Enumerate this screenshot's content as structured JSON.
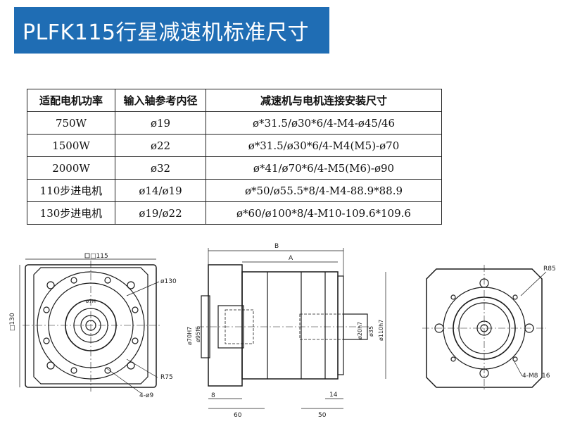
{
  "title": "PLFK115行星减速机标准尺寸",
  "table": {
    "headers": [
      "适配电机功率",
      "输入轴参考内径",
      "减速机与电机连接安装尺寸"
    ],
    "rows": [
      [
        "750W",
        "ø19",
        "ø*31.5/ø30*6/4-M4-ø45/46"
      ],
      [
        "1500W",
        "ø22",
        "ø*31.5/ø30*6/4-M4(M5)-ø70"
      ],
      [
        "2000W",
        "ø32",
        "ø*41/ø70*6/4-M5(M6)-ø90"
      ],
      [
        "110步进电机",
        "ø14/ø19",
        "ø*50/ø55.5*8/4-M4-88.9*88.9"
      ],
      [
        "130步进电机",
        "ø19/ø22",
        "ø*60/ø100*8/4-M10-109.6*109.6"
      ]
    ]
  },
  "drawing": {
    "front": {
      "square_label": "□115",
      "side_label": "□130",
      "dia_label": "ø130",
      "radius_label": "R75",
      "holes_label": "4-ø9",
      "small_label": "ø7H"
    },
    "side": {
      "dim_b": "B",
      "dim_a": "A",
      "dia_left_1": "ø70H7",
      "dia_left_2": "ø95f6",
      "dia_mid": "ø20h7",
      "dia_35": "ø35",
      "dia_right": "ø110h7",
      "dim_8": "8",
      "dim_14": "14",
      "dim_60": "60",
      "dim_50": "50"
    },
    "rear": {
      "radius_label": "R85",
      "thread_label": "4-M8",
      "depth_label": "16"
    }
  }
}
